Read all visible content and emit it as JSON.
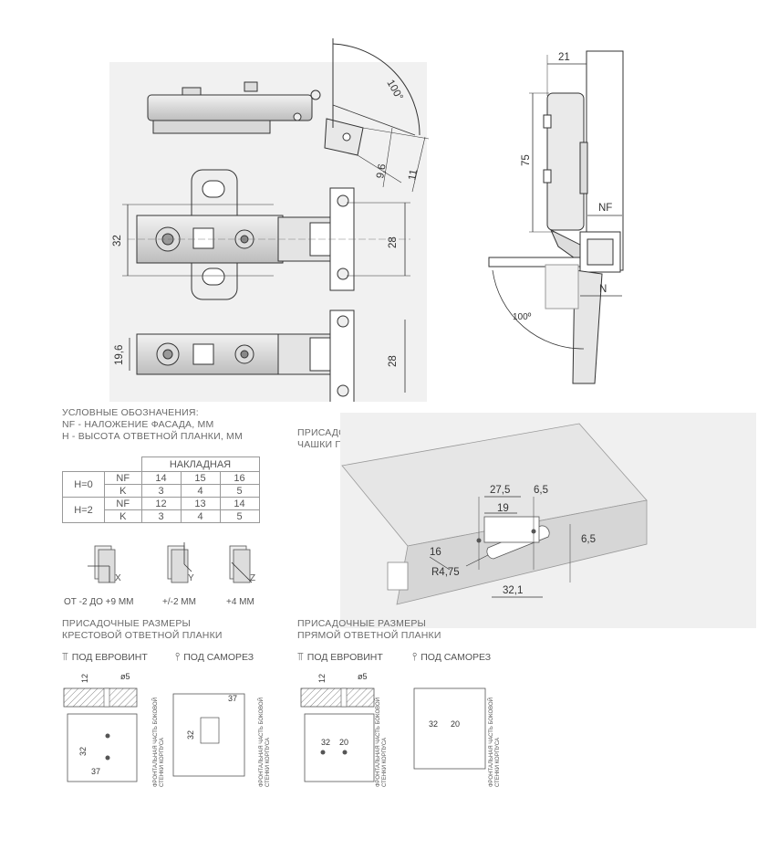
{
  "top_diagram": {
    "angle_label": "100°",
    "dim_96": "9,6",
    "dim_11": "11",
    "dim_32": "32",
    "dim_28a": "28",
    "dim_196": "19,6",
    "dim_28b": "28"
  },
  "side_diagram": {
    "dim_21": "21",
    "dim_75": "75",
    "nf_label": "NF",
    "n_label": "N",
    "angle_label": "100º"
  },
  "legend": {
    "title": "УСЛОВНЫЕ ОБОЗНАЧЕНИЯ:",
    "line1": "NF - НАЛОЖЕНИЕ ФАСАДА, ММ",
    "line2": "Н - ВЫСОТА ОТВЕТНОЙ ПЛАНКИ, ММ"
  },
  "table": {
    "header": "НАКЛАДНАЯ",
    "rows": [
      {
        "group": "H=0",
        "key": "NF",
        "v": [
          "14",
          "15",
          "16"
        ]
      },
      {
        "group": "",
        "key": "K",
        "v": [
          "3",
          "4",
          "5"
        ]
      },
      {
        "group": "H=2",
        "key": "NF",
        "v": [
          "12",
          "13",
          "14"
        ]
      },
      {
        "group": "",
        "key": "K",
        "v": [
          "3",
          "4",
          "5"
        ]
      }
    ]
  },
  "adjust": {
    "x_axis": "X",
    "y_axis": "Y",
    "z_axis": "Z",
    "x_range": "ОТ -2 ДО +9 ММ",
    "y_range": "+/-2 ММ",
    "z_range": "+4 ММ"
  },
  "cup": {
    "title1": "ПРИСАДОЧНЫЕ РАЗМЕРЫ",
    "title2": "ЧАШКИ ПЕТЛИ",
    "d275": "27,5",
    "d65a": "6,5",
    "d19": "19",
    "d16": "16",
    "d65b": "6,5",
    "r475": "R4,75",
    "d321": "32,1"
  },
  "cross_plate": {
    "title1": "ПРИСАДОЧНЫЕ РАЗМЕРЫ",
    "title2": "КРЕСТОВОЙ ОТВЕТНОЙ ПЛАНКИ",
    "euro": "ПОД ЕВРОВИНТ",
    "screw": "ПОД САМОРЕЗ",
    "d12": "12",
    "d5": "ø5",
    "d32": "32",
    "d37": "37",
    "d37b": "37",
    "d32b": "32",
    "side_note": "ФРОНТАЛЬНАЯ ЧАСТЬ БОКОВОЙ СТЕНКИ КОРПУСА"
  },
  "straight_plate": {
    "title1": "ПРИСАДОЧНЫЕ РАЗМЕРЫ",
    "title2": "ПРЯМОЙ ОТВЕТНОЙ ПЛАНКИ",
    "euro": "ПОД ЕВРОВИНТ",
    "screw": "ПОД САМОРЕЗ",
    "d12": "12",
    "d5": "ø5",
    "d32": "32",
    "d20": "20",
    "d32b": "32",
    "d20b": "20",
    "side_note": "ФРОНТАЛЬНАЯ ЧАСТЬ БОКОВОЙ СТЕНКИ КОРПУСА"
  }
}
